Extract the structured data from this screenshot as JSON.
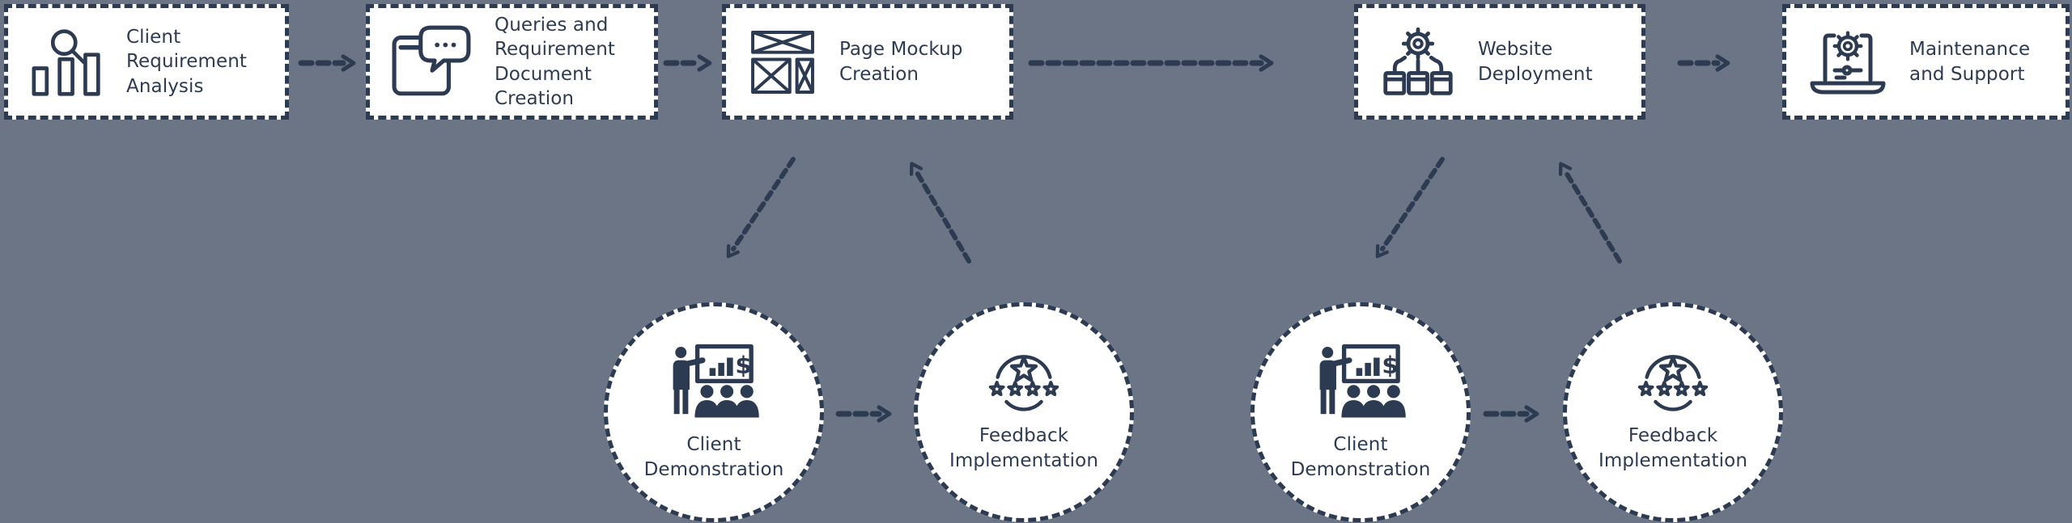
{
  "colors": {
    "bg": "#6b7585",
    "ink": "#2d3b52",
    "node-bg": "#ffffff"
  },
  "process_steps": [
    {
      "label": "Client Requirement Analysis",
      "icon": "bar-chart-magnifier-icon"
    },
    {
      "label": "Queries and Requirement Document Creation",
      "icon": "browser-chat-icon"
    },
    {
      "label": "Page Mockup Creation",
      "icon": "wireframe-icon"
    },
    {
      "label": "Website Deployment",
      "icon": "gear-servers-icon"
    },
    {
      "label": "Maintenance and Support",
      "icon": "laptop-gear-icon"
    }
  ],
  "feedback_nodes": [
    {
      "label": "Client Demonstration",
      "icon": "presentation-icon"
    },
    {
      "label": "Feedback Implementation",
      "icon": "star-rating-icon"
    },
    {
      "label": "Client Demonstration",
      "icon": "presentation-icon"
    },
    {
      "label": "Feedback Implementation",
      "icon": "star-rating-icon"
    }
  ]
}
